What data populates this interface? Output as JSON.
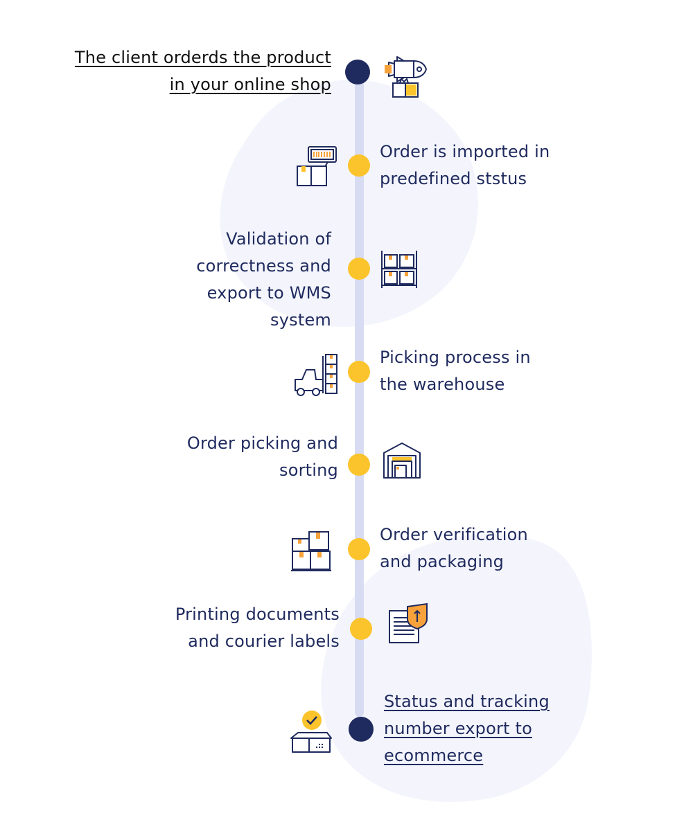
{
  "steps": [
    {
      "lines": [
        "The client orderds the product",
        "in your online shop"
      ]
    },
    {
      "lines": [
        "Order is imported in",
        "predefined ststus"
      ]
    },
    {
      "lines": [
        "Validation of",
        "correctness and",
        "export to WMS",
        "system"
      ]
    },
    {
      "lines": [
        "Picking process in",
        "the warehouse"
      ]
    },
    {
      "lines": [
        "Order picking and",
        "sorting"
      ]
    },
    {
      "lines": [
        "Order verification",
        "and packaging"
      ]
    },
    {
      "lines": [
        "Printing documents",
        "and courier labels"
      ]
    },
    {
      "lines": [
        "Status and tracking",
        "number export to",
        "ecommerce"
      ]
    }
  ],
  "icons": [
    "rocket-package-icon",
    "barcode-scanner-box-icon",
    "warehouse-shelf-icon",
    "forklift-icon",
    "warehouse-building-icon",
    "stacked-boxes-icon",
    "document-label-icon",
    "box-checkmark-icon"
  ],
  "colors": {
    "navy": "#1f2a5e",
    "yellow": "#fbc42c",
    "orange": "#f7a23b",
    "line": "#d8dcf2",
    "blob": "#f4f5fc"
  }
}
